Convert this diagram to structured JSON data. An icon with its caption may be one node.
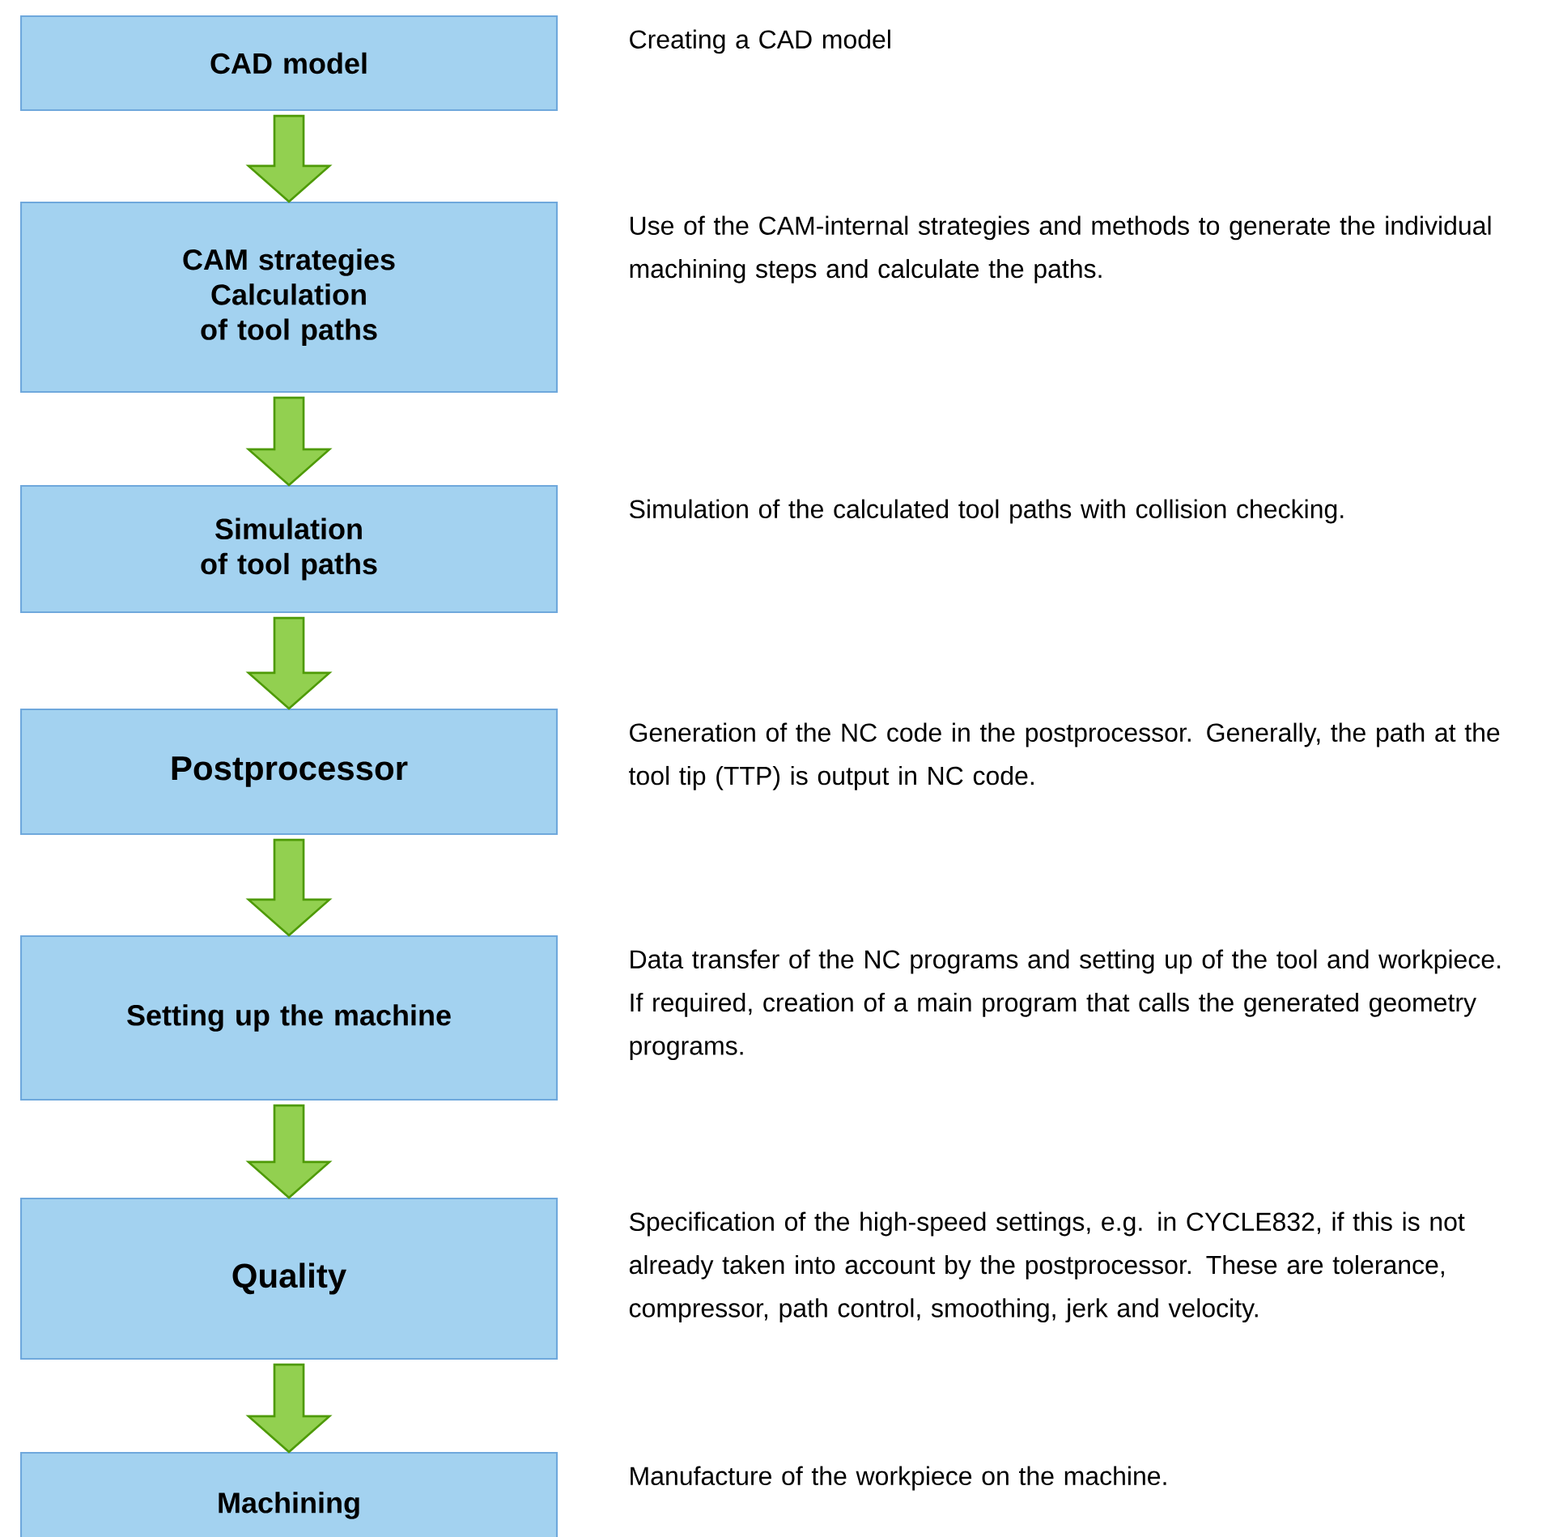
{
  "diagram": {
    "nodes": [
      {
        "text": [
          "CAD model"
        ],
        "beside": [
          "Creating a CAD model"
        ]
      },
      {
        "text": [
          "CAM strategies Calculation of tool paths"
        ],
        "beside": [
          "Use of the CAM-internal strategies and methods to generate the individual machining steps and calculate the paths."
        ]
      },
      {
        "text": [
          "Simulation of tool paths"
        ],
        "beside": [
          "Simulation of the calculated tool paths with collision checking."
        ]
      },
      {
        "text": [
          "Postprocessor"
        ],
        "beside": [
          "Generation of the NC code in the postprocessor. Generally, the path at the tool tip (TTP) is output in NC code."
        ]
      },
      {
        "text": [
          "Setting up the machine"
        ],
        "beside": [
          "Data transfer of the NC programs and setting up of the tool and workpiece. If required, creation of a main program that calls the generated geometry programs."
        ]
      },
      {
        "text": [
          "Quality"
        ],
        "beside": [
          "Specification of the high-speed settings, e.g. in CYCLE832, if this is not already taken into account by the postprocessor. These are tolerance, compressor, path control, smoothing, jerk and velocity."
        ]
      },
      {
        "text": [
          "Machining"
        ],
        "beside": [
          "Manufacture of the workpiece on the machine."
        ]
      }
    ],
    "edges": [
      {
        "from": 0,
        "to": 1,
        "arrow": "to"
      },
      {
        "from": 1,
        "to": 2,
        "arrow": "to"
      },
      {
        "from": 2,
        "to": 3,
        "arrow": "to"
      },
      {
        "from": 3,
        "to": 4,
        "arrow": "to"
      },
      {
        "from": 4,
        "to": 5,
        "arrow": "to"
      },
      {
        "from": 5,
        "to": 6,
        "arrow": "to"
      }
    ]
  }
}
